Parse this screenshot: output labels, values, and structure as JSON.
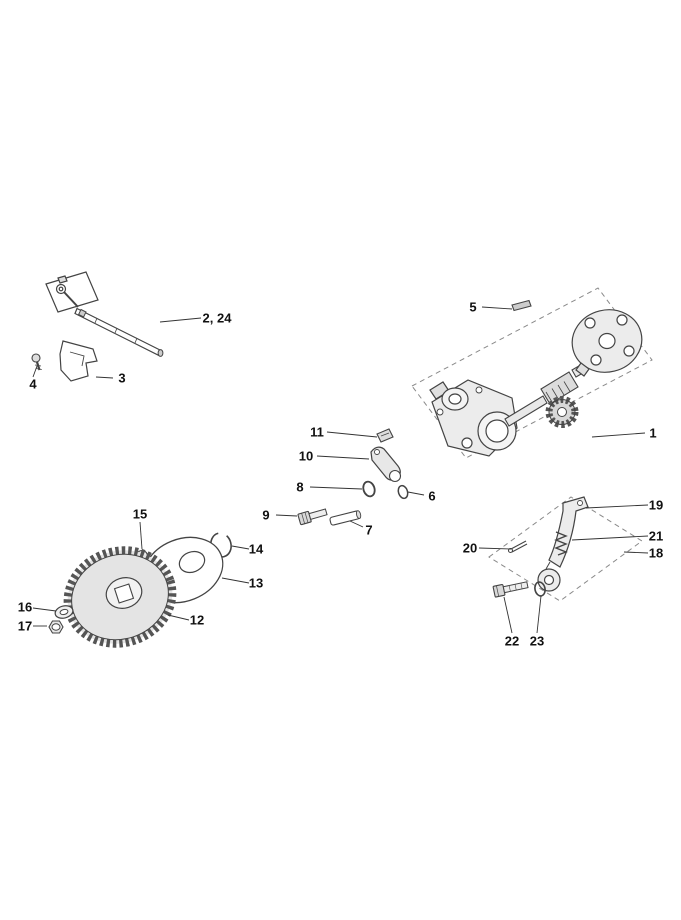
{
  "figure": {
    "kind": "exploded-parts-diagram"
  },
  "callouts": {
    "p1": "1",
    "p2_24": "2, 24",
    "p3": "3",
    "p4": "4",
    "p5": "5",
    "p6": "6",
    "p7": "7",
    "p8": "8",
    "p9": "9",
    "p10": "10",
    "p11": "11",
    "p12": "12",
    "p13": "13",
    "p14": "14",
    "p15": "15",
    "p16": "16",
    "p17": "17",
    "p18": "18",
    "p19": "19",
    "p20": "20",
    "p21": "21",
    "p22": "22",
    "p23": "23"
  },
  "colors": {
    "background": "#ffffff",
    "line": "#444444",
    "leader": "#333333",
    "dashed_outline": "#8a8a8a",
    "fill_light": "#ececec",
    "fill_mid": "#d8d8d8"
  }
}
